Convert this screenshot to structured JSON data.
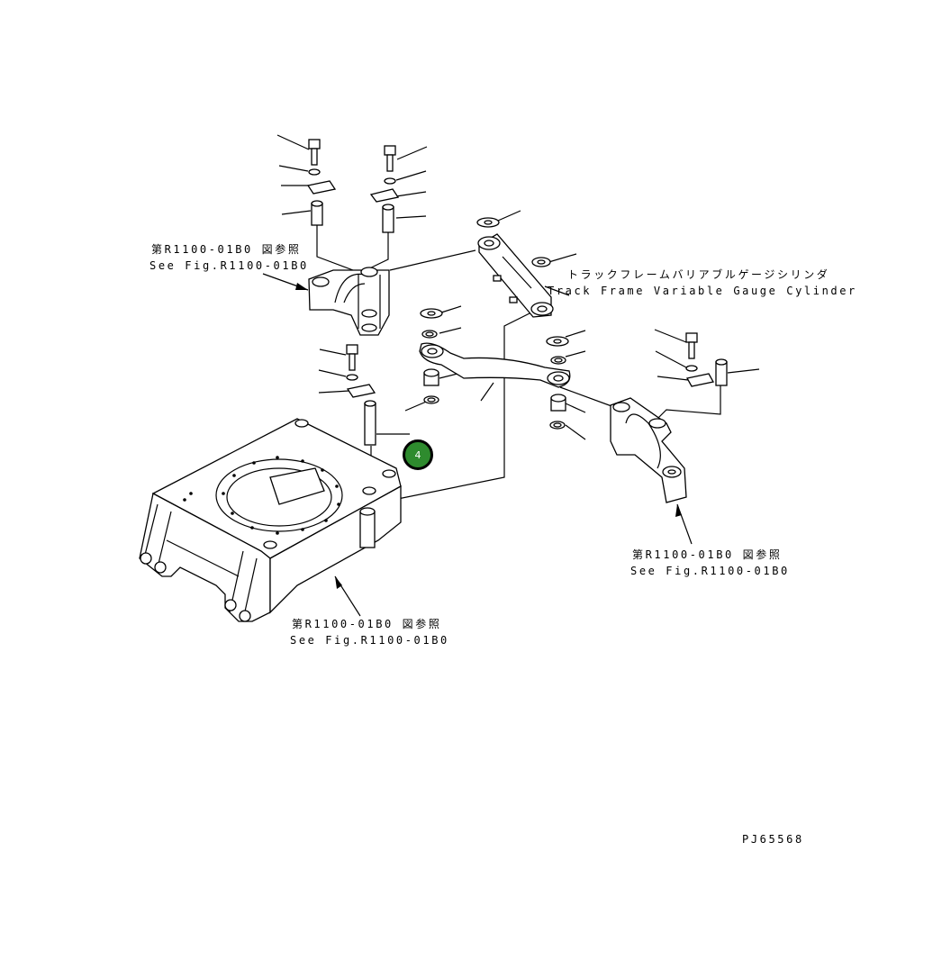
{
  "references": {
    "upper_left": {
      "jp": "第R1100-01B0 図参照",
      "en": "See Fig.R1100-01B0"
    },
    "lower_right": {
      "jp": "第R1100-01B0 図参照",
      "en": "See Fig.R1100-01B0"
    },
    "bottom": {
      "jp": "第R1100-01B0 図参照",
      "en": "See Fig.R1100-01B0"
    }
  },
  "cylinder_label": {
    "jp": "トラックフレームバリアブルゲージシリンダ",
    "en": "Track Frame Variable Gauge Cylinder"
  },
  "callout": {
    "number": "4",
    "color": "#2e8b2e"
  },
  "drawing_code": "PJ65568"
}
